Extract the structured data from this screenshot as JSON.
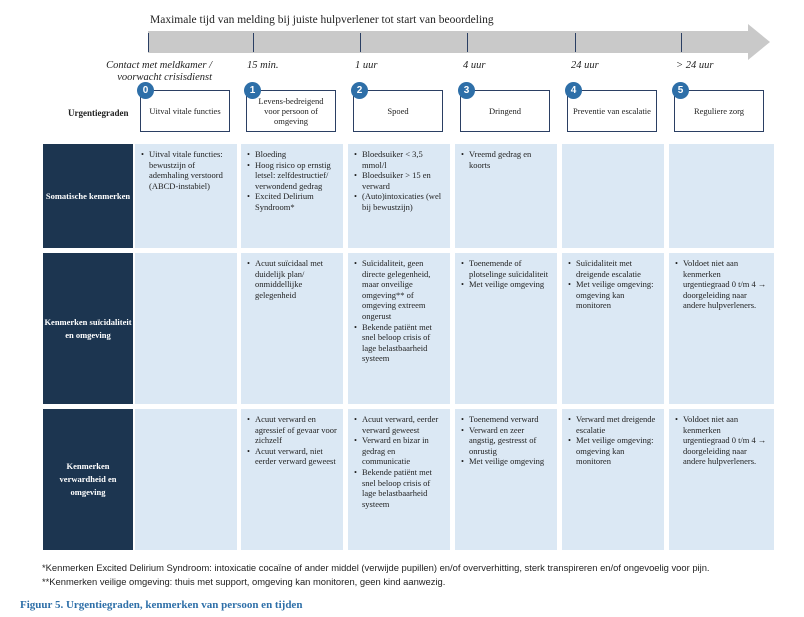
{
  "timeline": {
    "label": "Maximale tijd van melding bij juiste hulpverlener tot start van beoordeling",
    "points": [
      "Contact met meldkamer / voorwacht crisisdienst",
      "15 min.",
      "1 uur",
      "4 uur",
      "24 uur",
      "> 24 uur"
    ]
  },
  "urgency_label": "Urgentiegraden",
  "levels": [
    {
      "number": "0",
      "name": "Uitval vitale functies"
    },
    {
      "number": "1",
      "name": "Levens-bedreigend voor persoon of omgeving"
    },
    {
      "number": "2",
      "name": "Spoed"
    },
    {
      "number": "3",
      "name": "Dringend"
    },
    {
      "number": "4",
      "name": "Preventie van escalatie"
    },
    {
      "number": "5",
      "name": "Reguliere zorg"
    }
  ],
  "rows": [
    {
      "header": "Somatische kenmerken",
      "cells": [
        [
          "Uitval vitale functies: bewustzijn of ademhaling verstoord (ABCD-instabiel)"
        ],
        [
          "Bloeding",
          "Hoog risico op ernstig letsel: zelfdestructief/ verwondend gedrag",
          "Excited Delirium Syndroom*"
        ],
        [
          "Bloedsuiker < 3,5 mmol/l",
          "Bloedsuiker > 15 en verward",
          "(Auto)intoxicaties (wel bij bewustzijn)"
        ],
        [
          "Vreemd gedrag en koorts"
        ],
        [],
        []
      ]
    },
    {
      "header": "Kenmerken suïcidaliteit en omgeving",
      "cells": [
        [],
        [
          "Acuut suïcidaal met duidelijk plan/ onmiddellijke gelegenheid"
        ],
        [
          "Suïcidaliteit, geen directe gelegenheid, maar onveilige omgeving** of omgeving extreem ongerust",
          "Bekende patiënt met snel beloop crisis of lage belastbaarheid systeem"
        ],
        [
          "Toenemende of plotselinge suïcidaliteit",
          "Met veilige omgeving"
        ],
        [
          "Suïcidaliteit met dreigende escalatie",
          "Met veilige omgeving: omgeving kan monitoren"
        ],
        [
          "Voldoet niet aan kenmerken urgentiegraad 0 t/m 4 → doorgeleiding naar andere hulpverleners."
        ]
      ]
    },
    {
      "header": "Kenmerken verwardheid en omgeving",
      "cells": [
        [],
        [
          "Acuut verward en agressief of gevaar voor zichzelf",
          "Acuut verward, niet eerder verward geweest"
        ],
        [
          "Acuut verward, eerder verward geweest",
          "Verward en bizar in gedrag en communicatie",
          "Bekende patiënt met snel beloop crisis of lage belastbaarheid systeem"
        ],
        [
          "Toenemend verward",
          "Verward en zeer angstig, gestresst of onrustig",
          "Met veilige omgeving"
        ],
        [
          "Verward met dreigende escalatie",
          "Met veilige omgeving: omgeving kan monitoren"
        ],
        [
          "Voldoet niet aan kenmerken urgentiegraad 0 t/m 4 → doorgeleiding naar andere hulpverleners."
        ]
      ]
    }
  ],
  "footnotes": [
    "*Kenmerken Excited Delirium Syndroom: intoxicatie cocaïne of ander middel (verwijde pupillen) en/of oververhitting, sterk transpireren en/of ongevoelig voor pijn.",
    "**Kenmerken veilige omgeving: thuis met support, omgeving kan monitoren, geen kind aanwezig."
  ],
  "caption": "Figuur 5. Urgentiegraden, kenmerken van persoon en tijden",
  "colors": {
    "arrow": "#c9c9c9",
    "navy": "#1c3550",
    "cell": "#dbe8f4",
    "accent": "#2e6fa8"
  }
}
